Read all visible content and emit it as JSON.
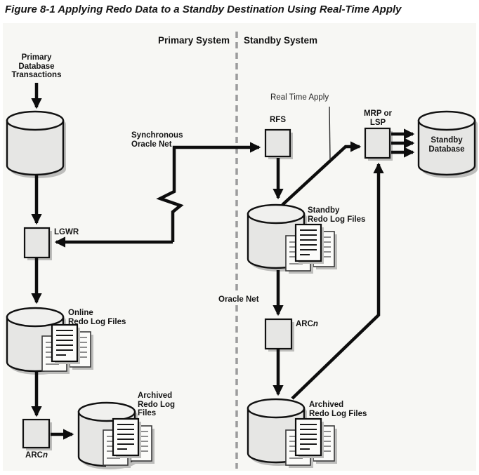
{
  "figure": {
    "title": "Figure 8-1 Applying Redo Data to a Standby Destination Using Real-Time Apply"
  },
  "headers": {
    "primary": "Primary System",
    "standby": "Standby System"
  },
  "labels": {
    "primary_transactions": "Primary\nDatabase\nTransactions",
    "synchronous_oracle_net": "Synchronous\nOracle Net",
    "lgwr": "LGWR",
    "online_redo": "Online\nRedo Log Files",
    "arc_prefix": "ARC",
    "arc_suffix": "n",
    "archived_primary": "Archived\nRedo Log\nFiles",
    "real_time_apply": "Real Time Apply",
    "rfs": "RFS",
    "standby_redo": "Standby\nRedo Log Files",
    "oracle_net": "Oracle Net",
    "archived_standby": "Archived\nRedo Log Files",
    "mrp": "MRP or\nLSP",
    "standby_db": "Standby\nDatabase"
  },
  "icons": {
    "cylinder": "database-cylinder",
    "document_stack": "redo-log-files-pages",
    "zigzag": "network-break-symbol",
    "dashed_line": "system-divider"
  },
  "colors": {
    "figure_background": "#f7f7f4",
    "shape_fill": "#e6e6e4",
    "cylinder_cap_fill": "#f0f0ee",
    "shadow": "#bdbdbb",
    "outline": "#111111",
    "arrow": "#0d0d0d",
    "divider": "#9c9c9c",
    "page_fill": "#fcfcfa"
  }
}
